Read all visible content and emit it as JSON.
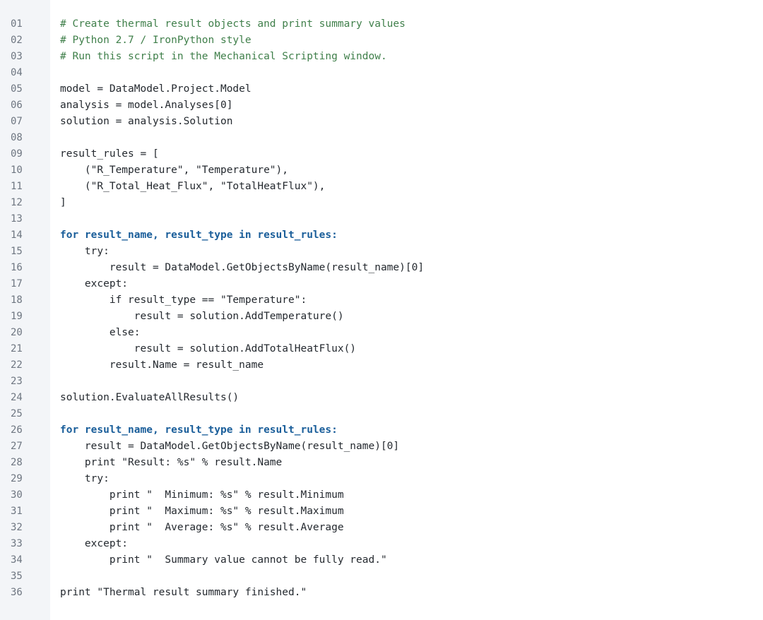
{
  "editor": {
    "lines": [
      {
        "number": "01",
        "segments": [
          {
            "kind": "comment",
            "text": "# Create thermal result objects and print summary values"
          }
        ]
      },
      {
        "number": "02",
        "segments": [
          {
            "kind": "comment",
            "text": "# Python 2.7 / IronPython style"
          }
        ]
      },
      {
        "number": "03",
        "segments": [
          {
            "kind": "comment",
            "text": "# Run this script in the Mechanical Scripting window."
          }
        ]
      },
      {
        "number": "04",
        "segments": []
      },
      {
        "number": "05",
        "segments": [
          {
            "kind": "plain",
            "text": "model = DataModel.Project.Model"
          }
        ]
      },
      {
        "number": "06",
        "segments": [
          {
            "kind": "plain",
            "text": "analysis = model.Analyses[0]"
          }
        ]
      },
      {
        "number": "07",
        "segments": [
          {
            "kind": "plain",
            "text": "solution = analysis.Solution"
          }
        ]
      },
      {
        "number": "08",
        "segments": []
      },
      {
        "number": "09",
        "segments": [
          {
            "kind": "plain",
            "text": "result_rules = ["
          }
        ]
      },
      {
        "number": "10",
        "segments": [
          {
            "kind": "plain",
            "text": "    (\"R_Temperature\", \"Temperature\"),"
          }
        ]
      },
      {
        "number": "11",
        "segments": [
          {
            "kind": "plain",
            "text": "    (\"R_Total_Heat_Flux\", \"TotalHeatFlux\"),"
          }
        ]
      },
      {
        "number": "12",
        "segments": [
          {
            "kind": "plain",
            "text": "]"
          }
        ]
      },
      {
        "number": "13",
        "segments": []
      },
      {
        "number": "14",
        "segments": [
          {
            "kind": "kw",
            "text": "for result_name, result_type in result_rules:"
          }
        ]
      },
      {
        "number": "15",
        "segments": [
          {
            "kind": "plain",
            "text": "    try:"
          }
        ]
      },
      {
        "number": "16",
        "segments": [
          {
            "kind": "plain",
            "text": "        result = DataModel.GetObjectsByName(result_name)[0]"
          }
        ]
      },
      {
        "number": "17",
        "segments": [
          {
            "kind": "plain",
            "text": "    except:"
          }
        ]
      },
      {
        "number": "18",
        "segments": [
          {
            "kind": "plain",
            "text": "        if result_type == \"Temperature\":"
          }
        ]
      },
      {
        "number": "19",
        "segments": [
          {
            "kind": "plain",
            "text": "            result = solution.AddTemperature()"
          }
        ]
      },
      {
        "number": "20",
        "segments": [
          {
            "kind": "plain",
            "text": "        else:"
          }
        ]
      },
      {
        "number": "21",
        "segments": [
          {
            "kind": "plain",
            "text": "            result = solution.AddTotalHeatFlux()"
          }
        ]
      },
      {
        "number": "22",
        "segments": [
          {
            "kind": "plain",
            "text": "        result.Name = result_name"
          }
        ]
      },
      {
        "number": "23",
        "segments": []
      },
      {
        "number": "24",
        "segments": [
          {
            "kind": "plain",
            "text": "solution.EvaluateAllResults()"
          }
        ]
      },
      {
        "number": "25",
        "segments": []
      },
      {
        "number": "26",
        "segments": [
          {
            "kind": "kw",
            "text": "for result_name, result_type in result_rules:"
          }
        ]
      },
      {
        "number": "27",
        "segments": [
          {
            "kind": "plain",
            "text": "    result = DataModel.GetObjectsByName(result_name)[0]"
          }
        ]
      },
      {
        "number": "28",
        "segments": [
          {
            "kind": "plain",
            "text": "    print \"Result: %s\" % result.Name"
          }
        ]
      },
      {
        "number": "29",
        "segments": [
          {
            "kind": "plain",
            "text": "    try:"
          }
        ]
      },
      {
        "number": "30",
        "segments": [
          {
            "kind": "plain",
            "text": "        print \"  Minimum: %s\" % result.Minimum"
          }
        ]
      },
      {
        "number": "31",
        "segments": [
          {
            "kind": "plain",
            "text": "        print \"  Maximum: %s\" % result.Maximum"
          }
        ]
      },
      {
        "number": "32",
        "segments": [
          {
            "kind": "plain",
            "text": "        print \"  Average: %s\" % result.Average"
          }
        ]
      },
      {
        "number": "33",
        "segments": [
          {
            "kind": "plain",
            "text": "    except:"
          }
        ]
      },
      {
        "number": "34",
        "segments": [
          {
            "kind": "plain",
            "text": "        print \"  Summary value cannot be fully read.\""
          }
        ]
      },
      {
        "number": "35",
        "segments": []
      },
      {
        "number": "36",
        "segments": [
          {
            "kind": "plain",
            "text": "print \"Thermal result summary finished.\""
          }
        ]
      }
    ],
    "colors": {
      "gutter_bg": "#f3f5f8",
      "line_number": "#6e7681",
      "comment": "#3f7f4a",
      "keyword": "#1a5e9a",
      "text": "#24292f"
    }
  }
}
